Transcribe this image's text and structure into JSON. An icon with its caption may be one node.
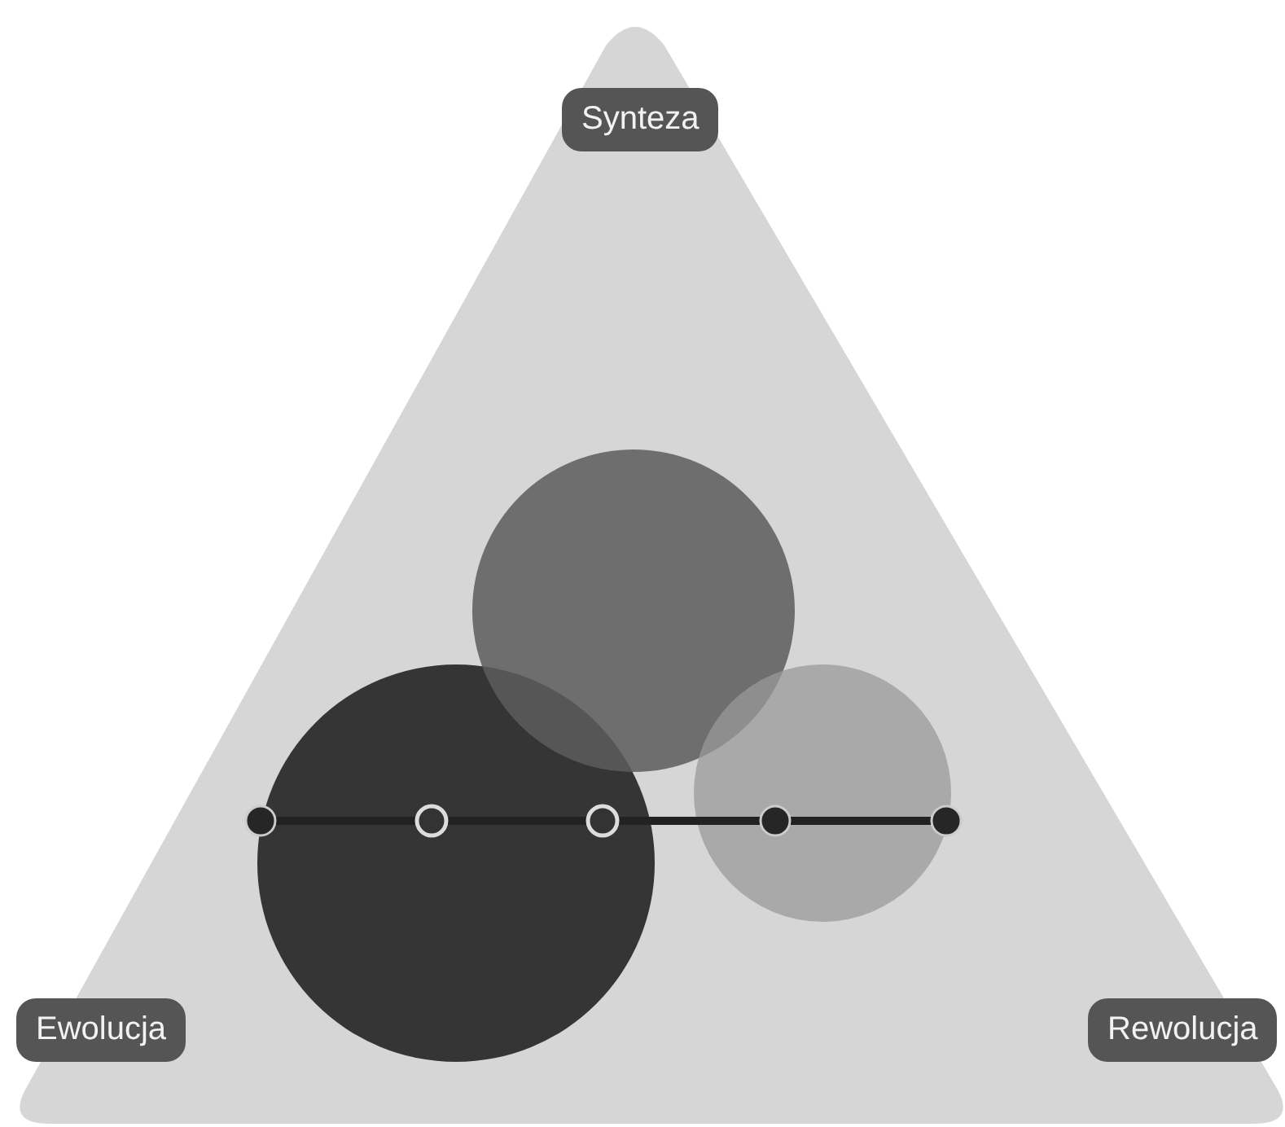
{
  "diagram": {
    "nodes": [
      {
        "text": [
          "Synteza"
        ]
      },
      {
        "text": [
          "Ewolucja"
        ]
      },
      {
        "text": [
          "Rewolucja"
        ]
      }
    ],
    "edges": []
  }
}
